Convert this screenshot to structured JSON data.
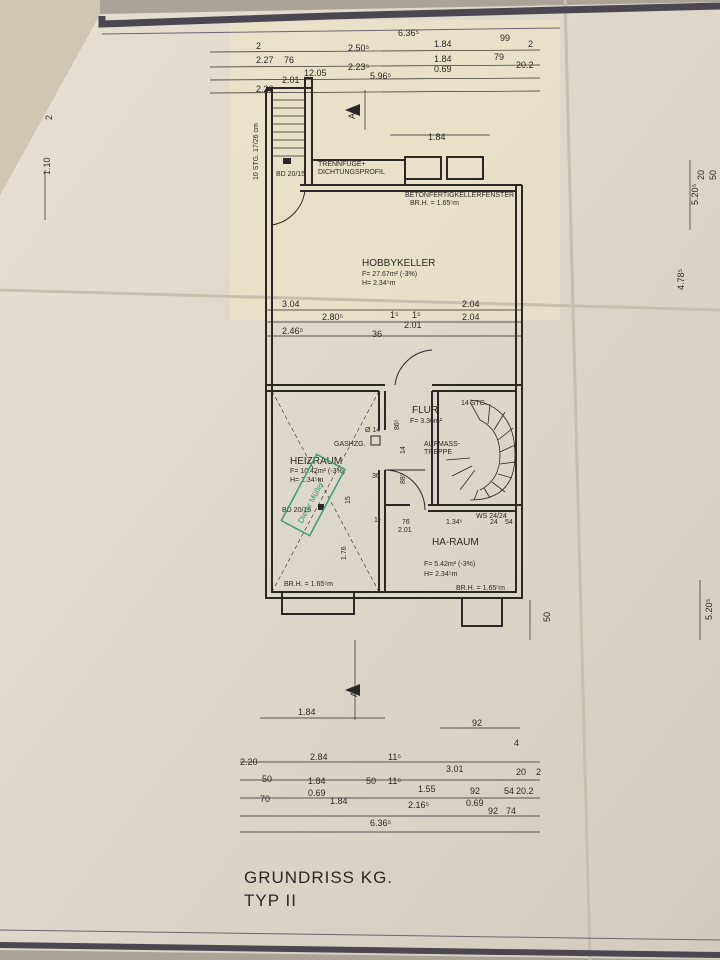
{
  "title": {
    "line1": "GRUNDRISS  KG.",
    "line2": "TYP II"
  },
  "rooms": {
    "hobbykeller": {
      "name": "HOBBYKELLER",
      "area": "F= 27.67m² (-3%)",
      "height": "H= 2.34⁵m"
    },
    "heizraum": {
      "name": "HEIZRAUM",
      "area": "F= 10.42m² (-3%)",
      "height": "H= 2.34⁵m"
    },
    "flur": {
      "name": "FLUR",
      "area": "F= 3.36m²"
    },
    "ha_raum": {
      "name": "HA-RAUM",
      "area": "F= 5.42m²  (-3%)",
      "height": "H= 2.34⁵m"
    }
  },
  "labels": {
    "trennfuge_1": "TRENNFUGE+",
    "trennfuge_2": "DICHTUNGSPROFIL",
    "betonfertig": "BETONFERTIGKELLERFENSTER",
    "brh_top": "BR.H. = 1.65⁵m",
    "bd_top": "BD 20/15",
    "stg_10": "10 STG. 17/26 cm",
    "stg_14": "14 STG.",
    "aufmass_1": "AUFMASS-",
    "aufmass_2": "TREPPE",
    "gashzg": "GASHZG.",
    "bd_heiz": "BD 20/15",
    "ws": "WS 24/24",
    "brh_left": "BR.H. = 1.65⁵m",
    "brh_right": "BR.H. = 1.65⁵m",
    "section_a": "A",
    "stamp": "Dieter Müller"
  },
  "dims_top": [
    "2",
    "2.27",
    "76",
    "12.05",
    "2.50⁵",
    "6.36⁵",
    "1.84",
    "99",
    "2",
    "2.20",
    "2.01",
    "2.23⁵",
    "1.84",
    "0.69",
    "79",
    "20.2",
    "5.96⁵",
    "1.84"
  ],
  "dims_mid": [
    "3.04",
    "2.04",
    "2.80⁵",
    "2.04",
    "2.46⁵",
    "2.01",
    "36",
    "1⁵",
    "1⁵"
  ],
  "dims_inner": [
    "Ø 14",
    "86⁵",
    "14",
    "88⁵",
    "1.76",
    "15",
    "1⁵",
    "76",
    "2.01",
    "1.34⁵",
    "24",
    "54",
    "36"
  ],
  "dims_bottom": [
    "1.84",
    "92",
    "4",
    "2.84",
    "11⁵",
    "3.01",
    "20",
    "2",
    "2.20",
    "50",
    "1.84",
    "50",
    "11⁵",
    "1.55",
    "20.2",
    "0.69",
    "92",
    "54",
    "70",
    "1.84",
    "2.16⁵",
    "0.69",
    "92",
    "74",
    "6.36⁵"
  ],
  "dims_right": [
    "5.20⁵",
    "20",
    "50",
    "4.78⁵",
    "5.20⁵",
    "50"
  ],
  "dims_left": [
    "1.10",
    "2"
  ]
}
